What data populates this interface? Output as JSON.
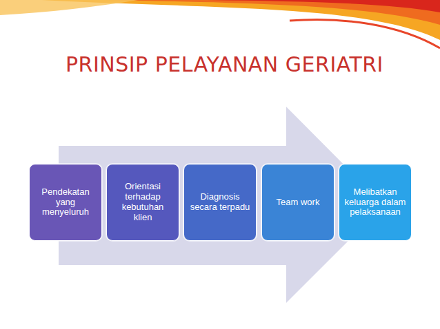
{
  "diagram": {
    "title": "PRINSIP PELAYANAN GERIATRI",
    "nodes": [
      {
        "text": [
          "Pendekatan yang menyeluruh"
        ]
      },
      {
        "text": [
          "Orientasi terhadap kebutuhan klien"
        ]
      },
      {
        "text": [
          "Diagnosis secara terpadu"
        ]
      },
      {
        "text": [
          "Team work"
        ]
      },
      {
        "text": [
          "Melibatkan keluarga dalam pelaksanaan"
        ]
      }
    ]
  }
}
